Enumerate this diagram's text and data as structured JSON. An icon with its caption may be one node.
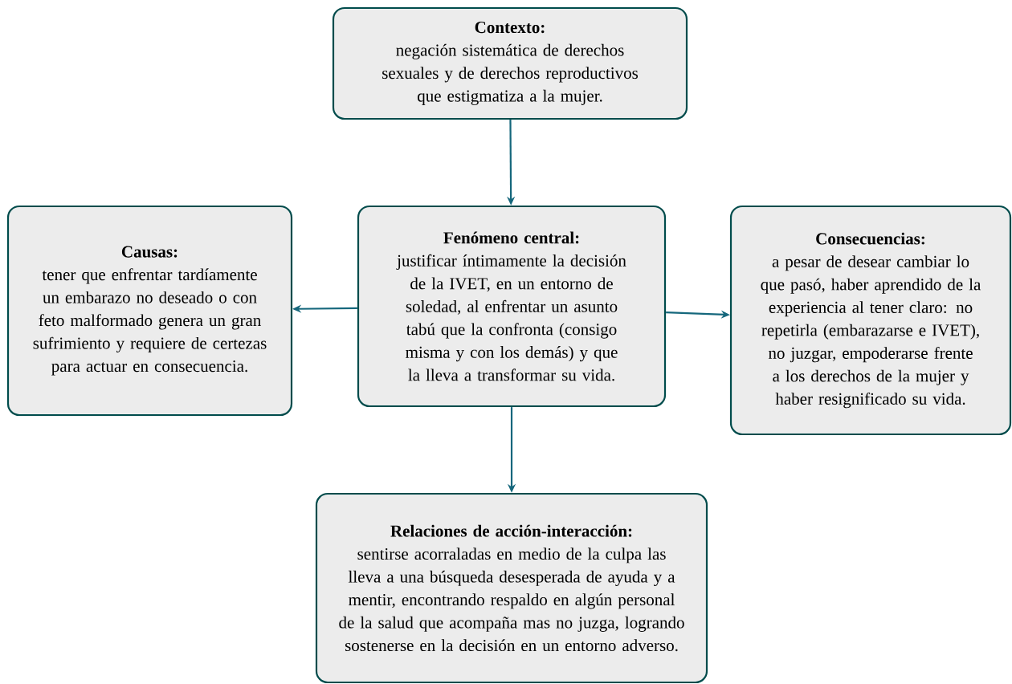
{
  "diagram": {
    "nodes": [
      {
        "text": [
          "Contexto:",
          "negación sistemática de derechos sexuales y de derechos reproductivos que estigmatiza a la mujer."
        ]
      },
      {
        "text": [
          "Causas:",
          "tener que enfrentar tardíamente un embarazo no deseado o con feto malformado genera un gran sufrimiento y requiere de certezas para actuar en consecuencia."
        ]
      },
      {
        "text": [
          "Fenómeno central:",
          "justificar íntimamente la decisión de la IVET, en un entorno de soledad, al enfrentar un asunto tabú que la confronta (consigo misma y con los demás) y que la lleva a transformar su vida."
        ]
      },
      {
        "text": [
          "Consecuencias:",
          "a pesar de desear cambiar lo que pasó, haber aprendido de la experiencia al tener claro: no repetirla (embarazarse e IVET), no juzgar, empoderarse frente a los derechos de la mujer y haber resignificado su vida."
        ]
      },
      {
        "text": [
          "Relaciones de acción-interacción:",
          "sentirse acorraladas en medio de la culpa las lleva a una búsqueda desesperada de ayuda y a mentir, encontrando respaldo en algún personal de la salud que acompaña mas no juzga, logrando sostenerse en la decisión en un entorno adverso."
        ]
      }
    ],
    "edges": [
      {
        "from": 0,
        "to": 2,
        "arrow": "to"
      },
      {
        "from": 2,
        "to": 1,
        "arrow": "to"
      },
      {
        "from": 2,
        "to": 3,
        "arrow": "to"
      },
      {
        "from": 2,
        "to": 4,
        "arrow": "to"
      }
    ]
  }
}
